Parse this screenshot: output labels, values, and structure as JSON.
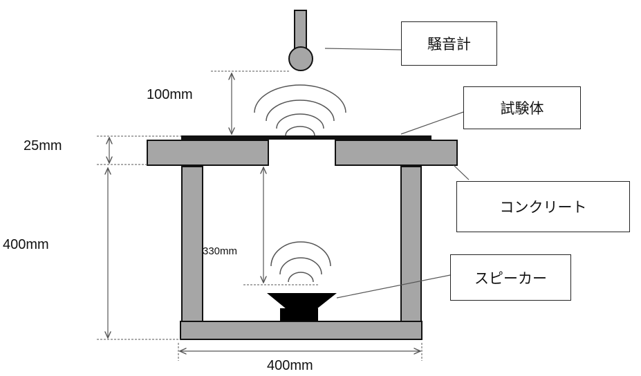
{
  "callouts": {
    "sound_meter": "騒音計",
    "specimen": "試験体",
    "concrete": "コンクリート",
    "speaker": "スピーカー"
  },
  "dimensions": {
    "meter_gap": "100mm",
    "slab_thickness": "25mm",
    "box_height": "400mm",
    "speaker_gap": "330mm",
    "box_width": "400mm"
  },
  "colors": {
    "concrete_fill": "#a6a6a6",
    "outline": "#111111",
    "speaker_fill": "#000000"
  }
}
